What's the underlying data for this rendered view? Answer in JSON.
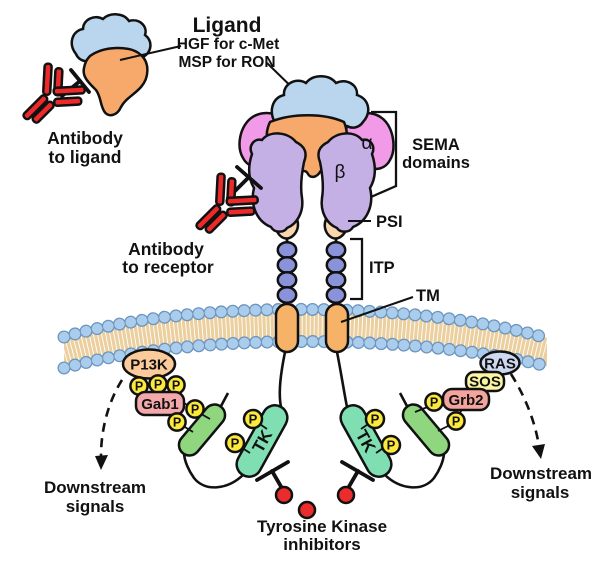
{
  "ligand_label": {
    "title": "Ligand",
    "sub1": "HGF for c-Met",
    "sub2": "MSP for RON"
  },
  "antibody_to_ligand": {
    "line1": "Antibody",
    "line2": "to ligand"
  },
  "antibody_to_receptor": {
    "line1": "Antibody",
    "line2": "to receptor"
  },
  "sema": {
    "line1": "SEMA",
    "line2": "domains"
  },
  "domains": {
    "alpha": "α",
    "beta": "β",
    "psi": "PSI",
    "itp": "ITP",
    "tm": "TM",
    "tk": "TK"
  },
  "molecules": {
    "p13k": "P13K",
    "gab1": "Gab1",
    "grb2": "Grb2",
    "sos": "SOS",
    "ras": "RAS",
    "phosphate": "P"
  },
  "downstream_left": {
    "line1": "Downstream",
    "line2": "signals"
  },
  "downstream_right": {
    "line1": "Downstream",
    "line2": "signals"
  },
  "tki_label": {
    "line1": "Tyrosine Kinase",
    "line2": "inhibitors"
  },
  "colors": {
    "cloud_blue": "#b9d6ee",
    "ligand_orange": "#f6a96b",
    "alpha_pink": "#f09ae8",
    "beta_purple": "#c5b0e6",
    "psi_peach": "#f8d6ae",
    "bead_blue": "#8a93da",
    "tm_orange": "#f6b266",
    "membrane_head": "#aacdee",
    "membrane_head_edge": "#6d95bd",
    "membrane_tail": "#eccf9e",
    "tk_teal": "#7fdfb2",
    "jm_green": "#8fd67f",
    "phosphate_yellow": "#fce93c",
    "p13k_peach": "#fbcb9b",
    "gab1_pink": "#f3a8ab",
    "grb2_pink": "#f3a49d",
    "sos_yellow": "#fbf5a4",
    "ras_lavender": "#ced8f2",
    "antibody_red": "#ec2a2a",
    "inhibitor_red": "#ea2c2c"
  }
}
